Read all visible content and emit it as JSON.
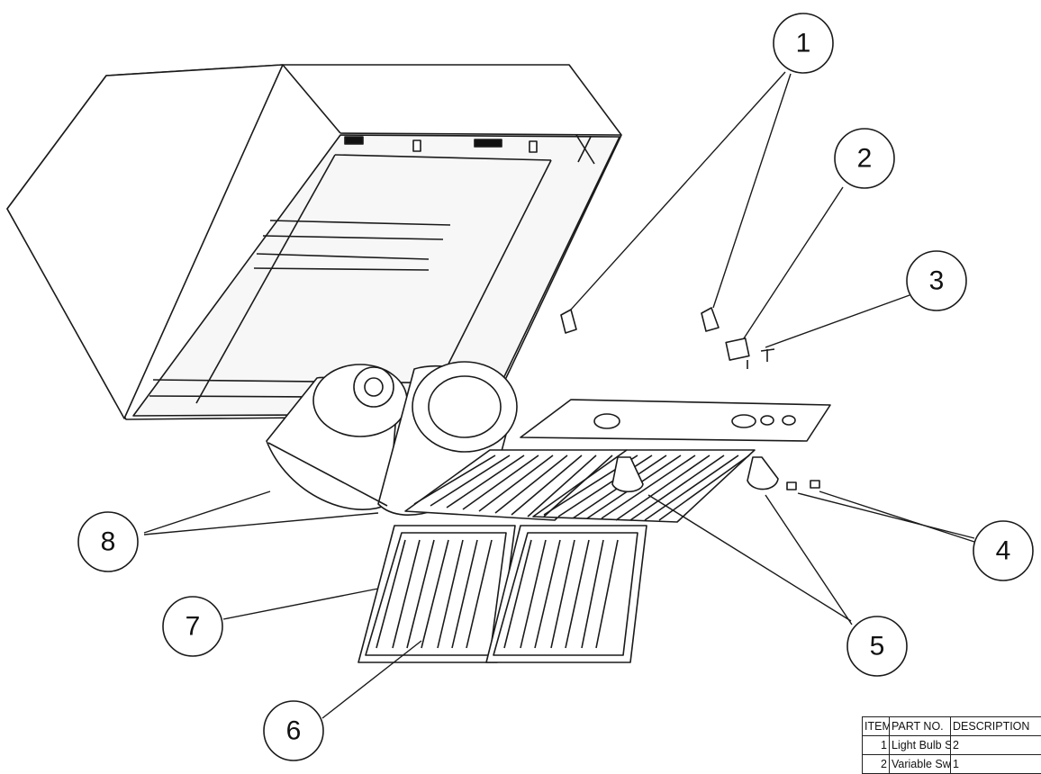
{
  "diagram": {
    "callouts": [
      "1",
      "2",
      "3",
      "4",
      "5",
      "6",
      "7",
      "8"
    ]
  },
  "bom": {
    "headers": [
      "ITEM",
      "PART NO.",
      "DESCRIPTION"
    ],
    "rows": [
      [
        "1",
        "Light Bulb Socket",
        "",
        "2"
      ],
      [
        "2",
        "Variable Switch",
        "",
        "1"
      ]
    ]
  },
  "colors": {
    "line": "#1a1a1a",
    "fill": "#ffffff"
  }
}
